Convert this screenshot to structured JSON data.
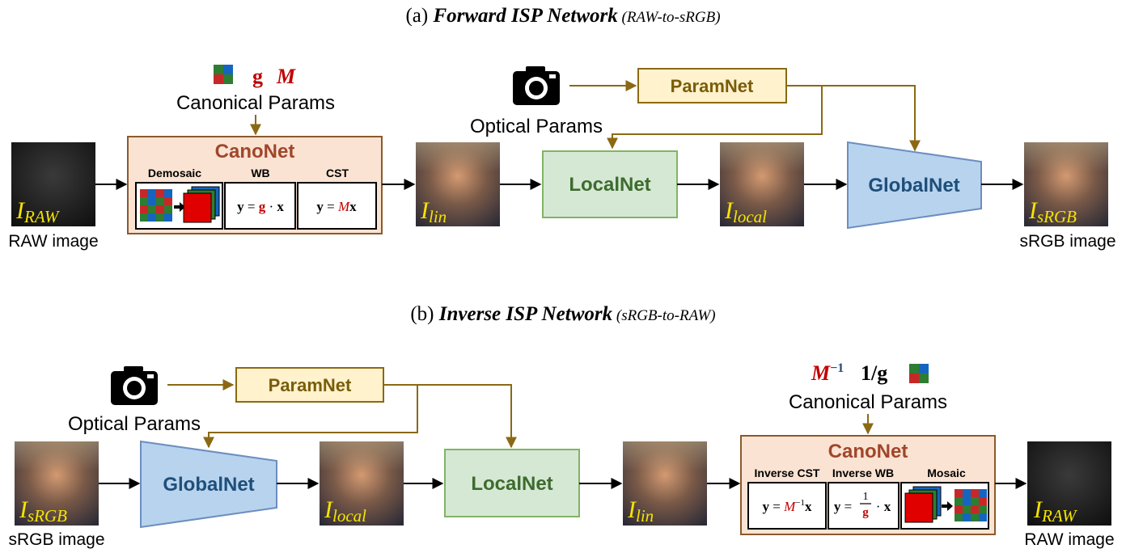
{
  "forward": {
    "label_prefix": "(a) ",
    "title": "Forward ISP Network",
    "subtitle": " (RAW-to-sRGB)",
    "raw_label": "RAW image",
    "srgb_label": "sRGB image",
    "canonical_params": "Canonical Params",
    "optical_params": "Optical Params",
    "param_g": "g",
    "param_M": "M",
    "canonet": "CanoNet",
    "demosaic": "Demosaic",
    "wb": "WB",
    "cst": "CST",
    "paramnet": "ParamNet",
    "localnet": "LocalNet",
    "globalnet": "GlobalNet",
    "img_raw": {
      "base": "I",
      "sub": "RAW"
    },
    "img_lin": {
      "base": "I",
      "sub": "lin"
    },
    "img_local": {
      "base": "I",
      "sub": "local"
    },
    "img_srgb": {
      "base": "I",
      "sub": "sRGB"
    }
  },
  "inverse": {
    "label_prefix": "(b) ",
    "title": "Inverse ISP Network",
    "subtitle": " (sRGB-to-RAW)",
    "srgb_label": "sRGB image",
    "raw_label": "RAW image",
    "canonical_params": "Canonical Params",
    "optical_params": "Optical Params",
    "param_Minv": "M",
    "param_Minv_sup": "−1",
    "param_ginv": "1/g",
    "canonet": "CanoNet",
    "inv_cst": "Inverse CST",
    "inv_wb": "Inverse WB",
    "mosaic": "Mosaic",
    "paramnet": "ParamNet",
    "localnet": "LocalNet",
    "globalnet": "GlobalNet",
    "img_srgb": {
      "base": "I",
      "sub": "sRGB"
    },
    "img_local": {
      "base": "I",
      "sub": "local"
    },
    "img_lin": {
      "base": "I",
      "sub": "lin"
    },
    "img_raw": {
      "base": "I",
      "sub": "RAW"
    }
  },
  "colors": {
    "arrow_brown": "#8B6914",
    "canonet_fill": "#FBE3D3",
    "canonet_stroke": "#8B5A2B",
    "canonet_text": "#A0462A",
    "paramnet_fill": "#FFF2CC",
    "paramnet_text": "#7A5C0A",
    "localnet_fill": "#D5E8D4",
    "localnet_stroke": "#82B366",
    "localnet_text": "#3E6B2E",
    "globalnet_fill": "#B7D3EE",
    "globalnet_stroke": "#6C8EBF",
    "globalnet_text": "#1F4E79",
    "label_yellow": "#F5E400",
    "param_red": "#C00000"
  }
}
